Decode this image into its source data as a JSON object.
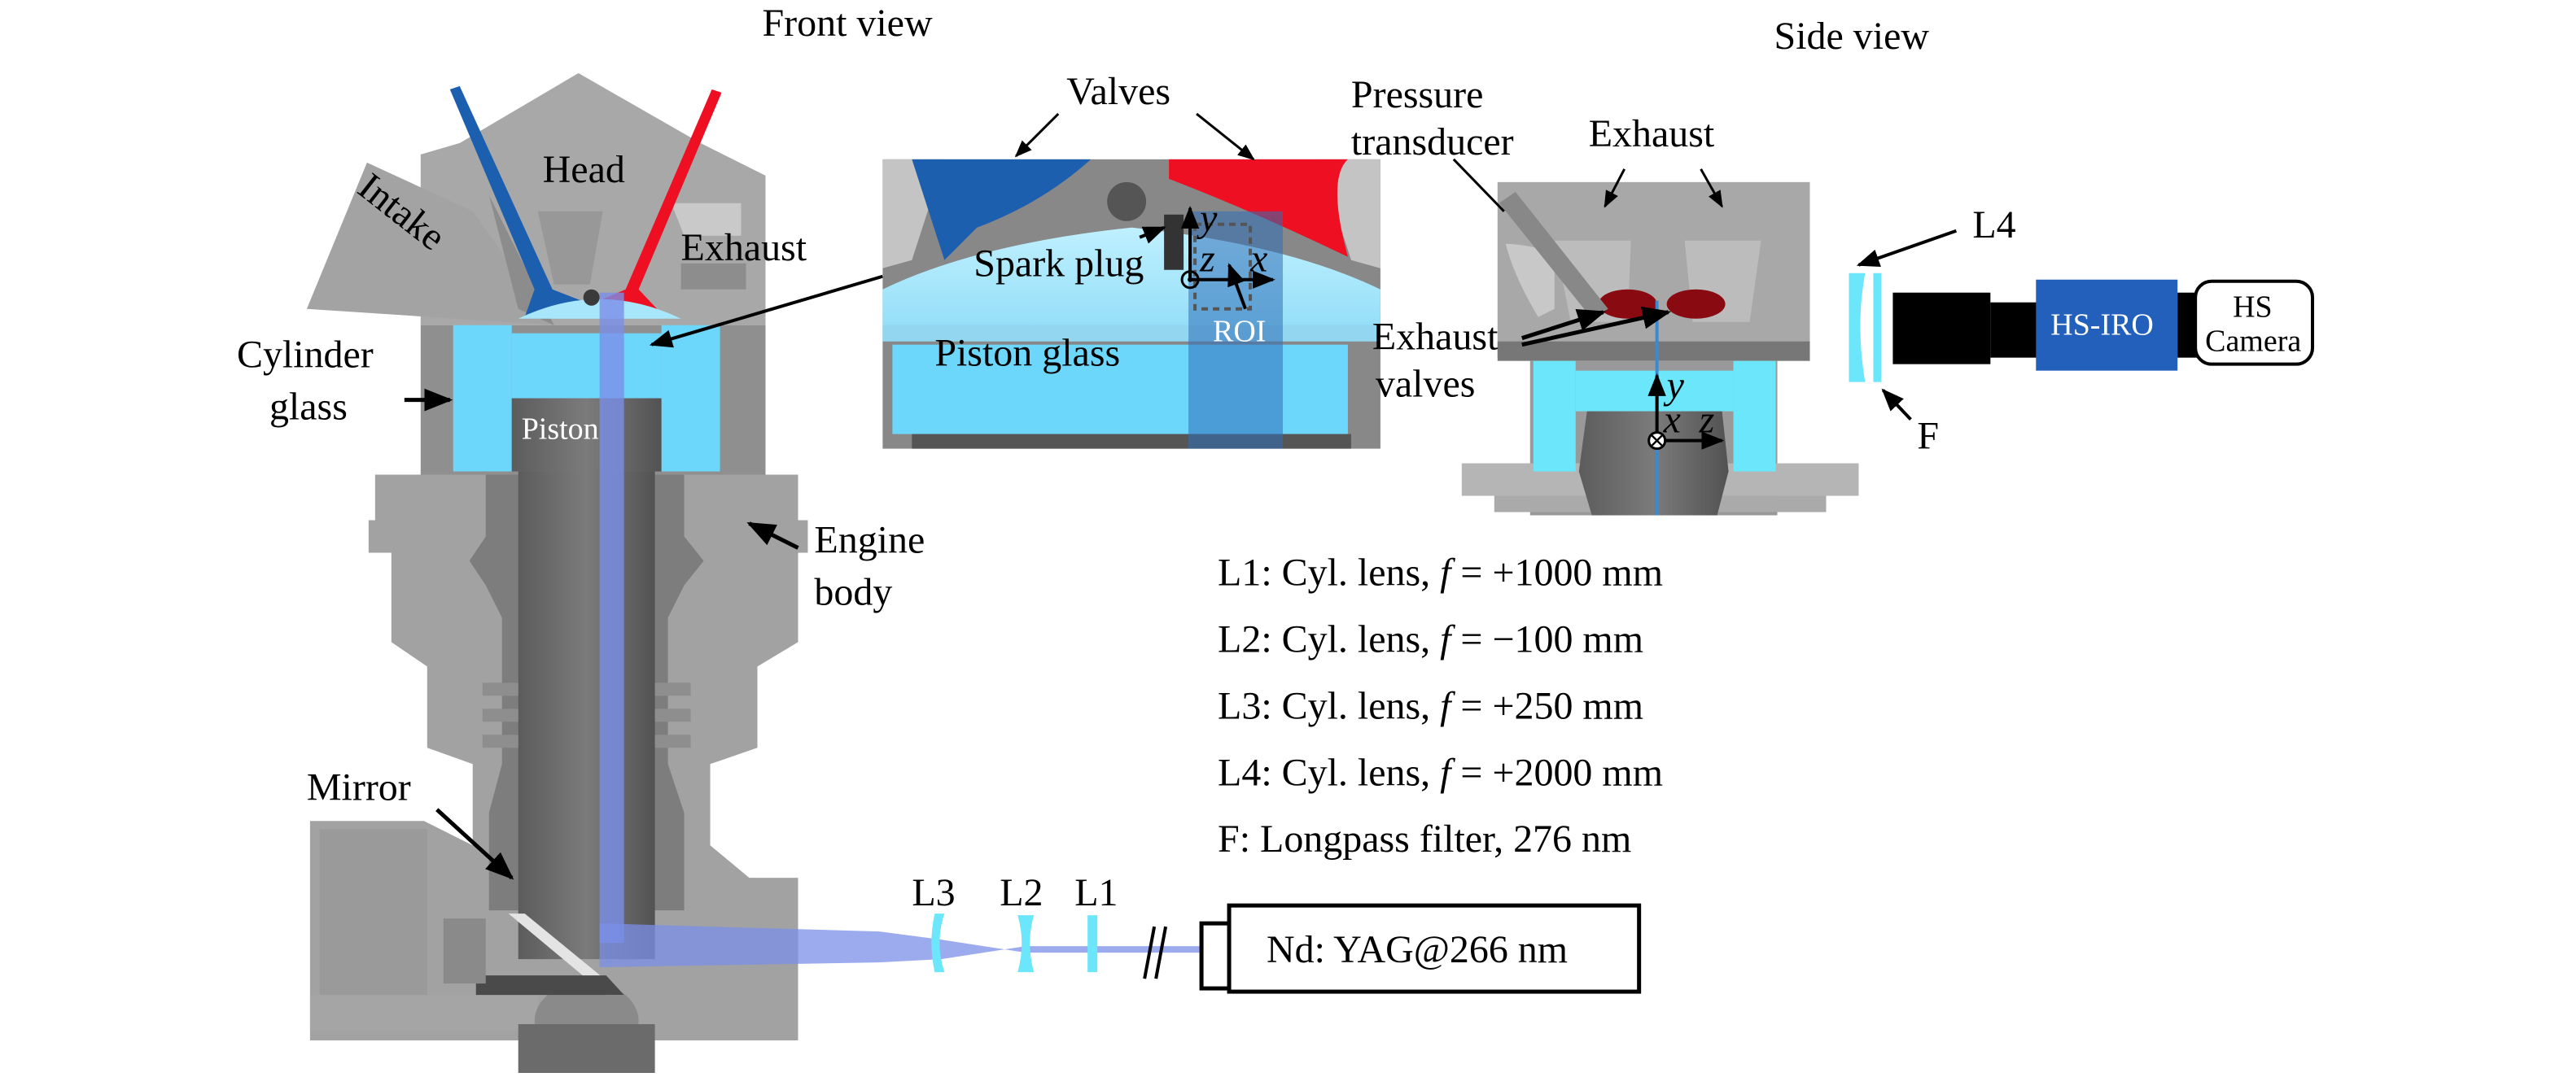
{
  "titles": {
    "front_view": "Front view",
    "side_view": "Side view"
  },
  "front_view_labels": {
    "head": "Head",
    "intake": "Intake",
    "exhaust": "Exhaust",
    "cylinder_glass_line1": "Cylinder",
    "cylinder_glass_line2": "glass",
    "piston": "Piston",
    "engine_body_line1": "Engine",
    "engine_body_line2": "body",
    "mirror": "Mirror"
  },
  "inset_labels": {
    "valves": "Valves",
    "spark_plug": "Spark plug",
    "piston_glass": "Piston glass",
    "roi": "ROI",
    "axis_y": "y",
    "axis_z": "z",
    "axis_x": "x"
  },
  "side_view_labels": {
    "pressure_transducer_line1": "Pressure",
    "pressure_transducer_line2": "transducer",
    "exhaust": "Exhaust",
    "exhaust_valves_line1": "Exhaust",
    "exhaust_valves_line2": "valves",
    "axis_y": "y",
    "axis_x": "x",
    "axis_z": "z",
    "l4": "L4",
    "f": "F",
    "hs_iro": "HS-IRO",
    "hs_camera_line1": "HS",
    "hs_camera_line2": "Camera"
  },
  "beam_path": {
    "lens_labels": [
      "L3",
      "L2",
      "L1"
    ],
    "laser": "Nd: YAG@266 nm",
    "break_symbol": "//"
  },
  "legend": [
    {
      "prefix": "L1: Cyl. lens, ",
      "symbol": "f",
      "suffix": " = +1000 mm"
    },
    {
      "prefix": "L2: Cyl. lens, ",
      "symbol": "f",
      "suffix": " = −100 mm"
    },
    {
      "prefix": "L3: Cyl. lens, ",
      "symbol": "f",
      "suffix": " = +250 mm"
    },
    {
      "prefix": "L4: Cyl. lens, ",
      "symbol": "f",
      "suffix": " = +2000 mm"
    },
    {
      "prefix": "F: Longpass filter, 276 nm",
      "symbol": "",
      "suffix": ""
    }
  ],
  "colors": {
    "intake_valve": "#1c5fae",
    "exhaust_valve": "#ee0f23",
    "glass": "#6cd6fb",
    "beam": "#7a8fe8",
    "metal": "#a6a6a6",
    "hs_iro": "#2260bc",
    "exhaust_valve_side": "#8a0a12"
  }
}
